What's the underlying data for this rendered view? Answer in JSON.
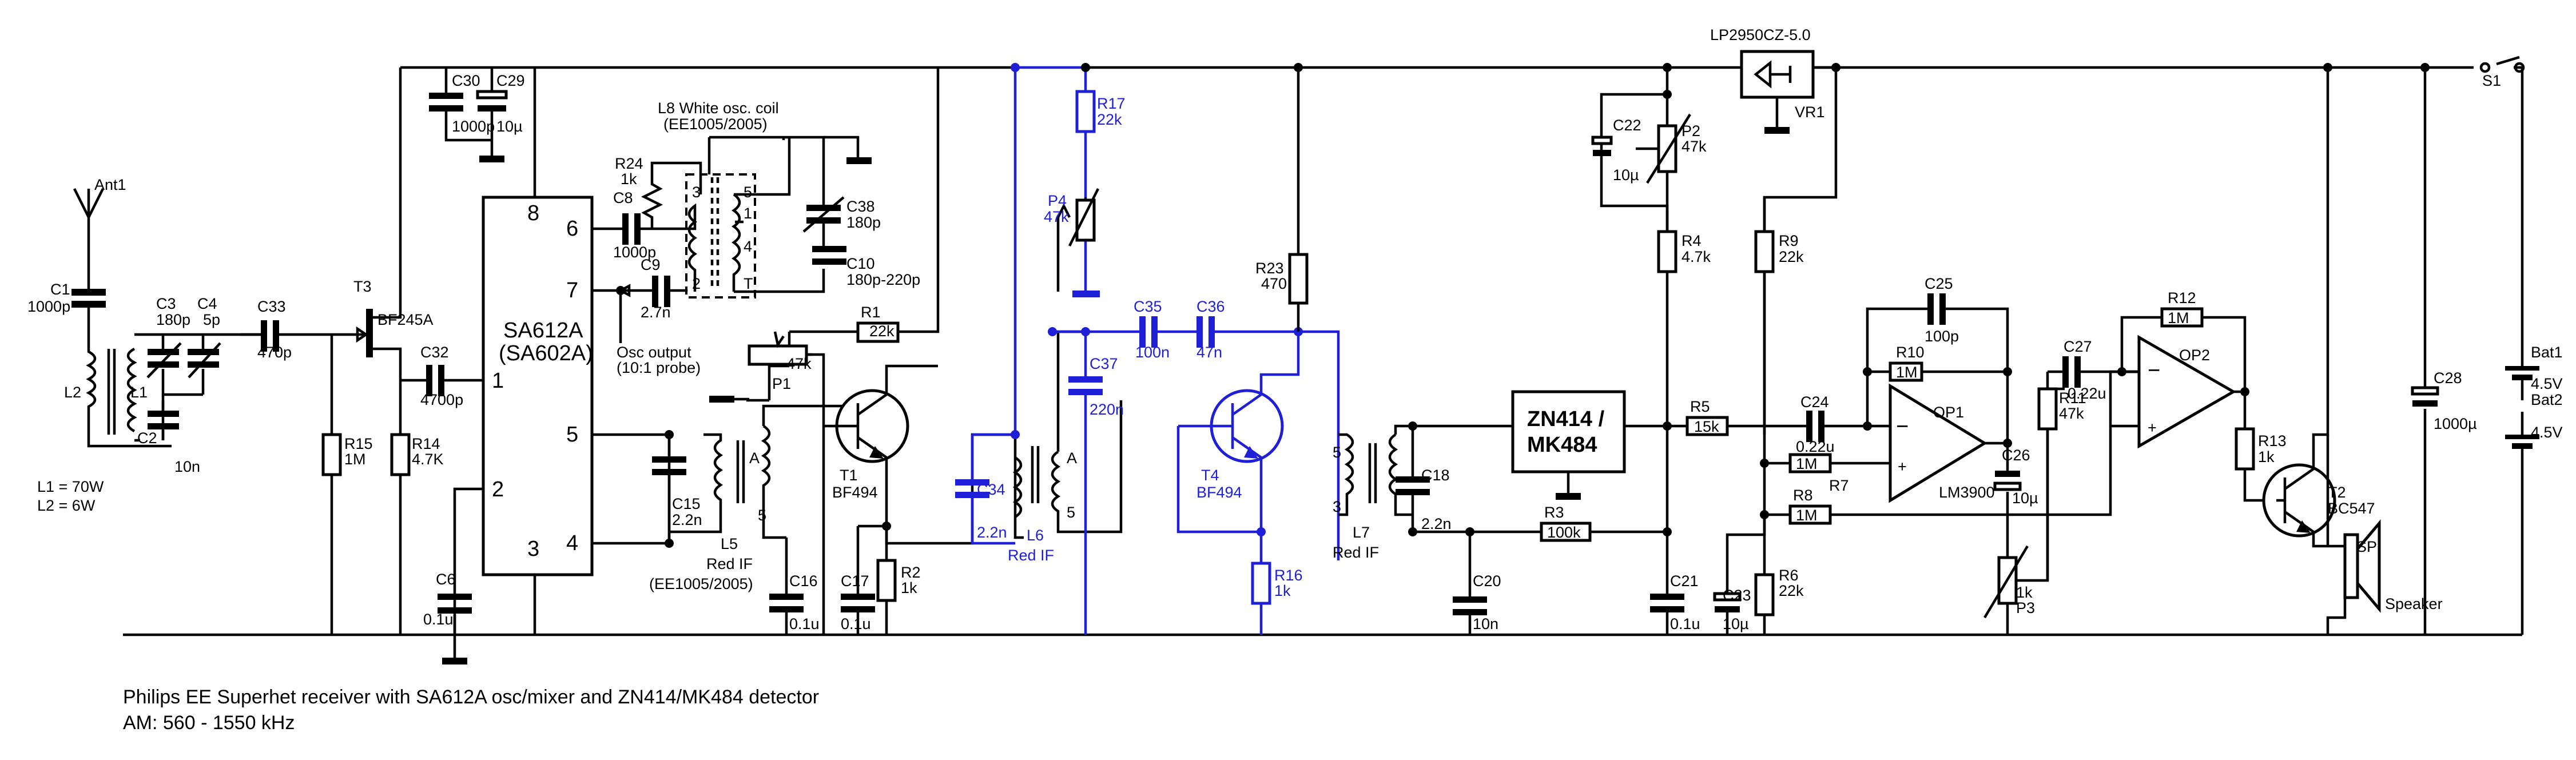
{
  "diagram": {
    "caption_line1": "Philips EE Superhet receiver with SA612A osc/mixer and ZN414/MK484 detector",
    "caption_line2": "AM: 560 - 1550 kHz",
    "ant": "Ant1",
    "c1": "C1",
    "c1v": "1000p",
    "l2": "L2",
    "l1": "L1",
    "l1n": "L1 = 70W",
    "l2n": "L2 = 6W",
    "c3": "C3",
    "c3v": "180p",
    "c4": "C4",
    "c4v": "5p",
    "c2": "C2",
    "c2v": "10n",
    "c33": "C33",
    "c33v": "470p",
    "t3": "T3",
    "t3v": "BF245A",
    "r15": "R15",
    "r15v": "1M",
    "r14": "R14",
    "r14v": "4.7K",
    "c32": "C32",
    "c32v": "4700p",
    "c30": "C30",
    "c30v": "1000p",
    "c29": "C29",
    "c29v": "10µ",
    "ic1a": "SA612A",
    "ic1b": "(SA602A)",
    "p8": "8",
    "p6": "6",
    "p7": "7",
    "p1": "1",
    "p2": "2",
    "p5": "5",
    "p3": "3",
    "p4": "4",
    "c6": "C6",
    "c6v": "0.1u",
    "c8": "C8",
    "c8v": "1000p",
    "r24": "R24",
    "r24v": "1k",
    "l8a": "L8 White osc. coil",
    "l8b": "(EE1005/2005)",
    "c38": "C38",
    "c38v": "180p",
    "c10": "C10",
    "c10v": "180p-220p",
    "c9": "C9",
    "c9v": "2.7n",
    "osca": "Osc output",
    "oscb": "(10:1 probe)",
    "r1": "R1",
    "r1v": "22k",
    "p1pot": "P1",
    "p1v": "47k",
    "c15": "C15",
    "c15v": "2.2n",
    "l5": "L5",
    "l5a": "Red IF",
    "l5b": "(EE1005/2005)",
    "t1": "T1",
    "t1v": "BF494",
    "c16": "C16",
    "c16v": "0.1u",
    "c17": "C17",
    "c17v": "0.1u",
    "r2": "R2",
    "r2v": "1k",
    "r17": "R17",
    "r17v": "22k",
    "p4pot": "P4",
    "p4v": "47k",
    "c34": "C34",
    "c34v": "2.2n",
    "l6": "L6",
    "l6v": "Red IF",
    "c37": "C37",
    "c37v": "220n",
    "c35": "C35",
    "c35v": "100n",
    "c36": "C36",
    "c36v": "47n",
    "t4": "T4",
    "t4v": "BF494",
    "r16": "R16",
    "r16v": "1k",
    "r23": "R23",
    "r23v": "470",
    "l7": "L7",
    "l7v": "Red IF",
    "c18": "C18",
    "c18v": "2.2n",
    "ic2a": "ZN414 /",
    "ic2b": "MK484",
    "r3": "R3",
    "r3v": "100k",
    "c20": "C20",
    "c20v": "10n",
    "vr": "LP2950CZ-5.0",
    "vr1": "VR1",
    "c22": "C22",
    "c22v": "10µ",
    "p2pot": "P2",
    "p2v": "47k",
    "r4": "R4",
    "r4v": "4.7k",
    "c21": "C21",
    "c21v": "0.1u",
    "c23": "C23",
    "c23v": "10µ",
    "r5": "R5",
    "r5v": "15k",
    "r9": "R9",
    "r9v": "22k",
    "r6": "R6",
    "r6v": "22k",
    "c24": "C24",
    "c24v": "0.22u",
    "r10": "R10",
    "r10v": "1M",
    "c25": "C25",
    "c25v": "100p",
    "r7": "R7",
    "r7v": "1M",
    "r8": "R8",
    "r8v": "1M",
    "op1": "OP1",
    "op1v": "LM3900",
    "c26": "C26",
    "c26v": "10µ",
    "p3pot": "P3",
    "p3v": "1k",
    "c27": "C27",
    "c27v": "0.22u",
    "r11": "R11",
    "r11v": "47k",
    "r12": "R12",
    "r12v": "1M",
    "op2": "OP2",
    "r13": "R13",
    "r13v": "1k",
    "t2": "T2",
    "t2v": "BC547",
    "sp": "SP",
    "spv": "Speaker",
    "c28": "C28",
    "c28v": "1000µ",
    "s1": "S1",
    "bat1": "Bat1",
    "bat1v": "4.5V",
    "bat2": "Bat2",
    "bat2v": "4.5V"
  }
}
